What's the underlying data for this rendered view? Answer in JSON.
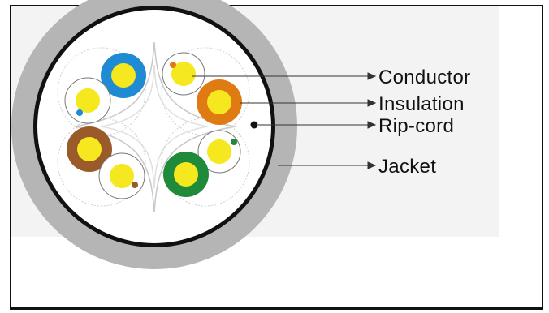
{
  "labels": {
    "conductor": "Conductor",
    "insulation": "Insulation",
    "rip_cord": "Rip-cord",
    "jacket": "Jacket"
  },
  "colors": {
    "jacket": "#b5b5b5",
    "inner_ring": "#111111",
    "conductor_yellow": "#f5e81e",
    "pair_blue": "#1e8bd2",
    "pair_orange": "#e07a12",
    "pair_brown": "#9a5a2a",
    "pair_green": "#1f8a3a",
    "separator": "#d8d8d8"
  },
  "pairs": [
    {
      "name": "blue",
      "solid": "#1e8bd2",
      "stripe": "#1e8bd2"
    },
    {
      "name": "orange",
      "solid": "#e07a12",
      "stripe": "#e07a12"
    },
    {
      "name": "brown",
      "solid": "#9a5a2a",
      "stripe": "#9a5a2a"
    },
    {
      "name": "green",
      "solid": "#1f8a3a",
      "stripe": "#1f8a3a"
    }
  ]
}
